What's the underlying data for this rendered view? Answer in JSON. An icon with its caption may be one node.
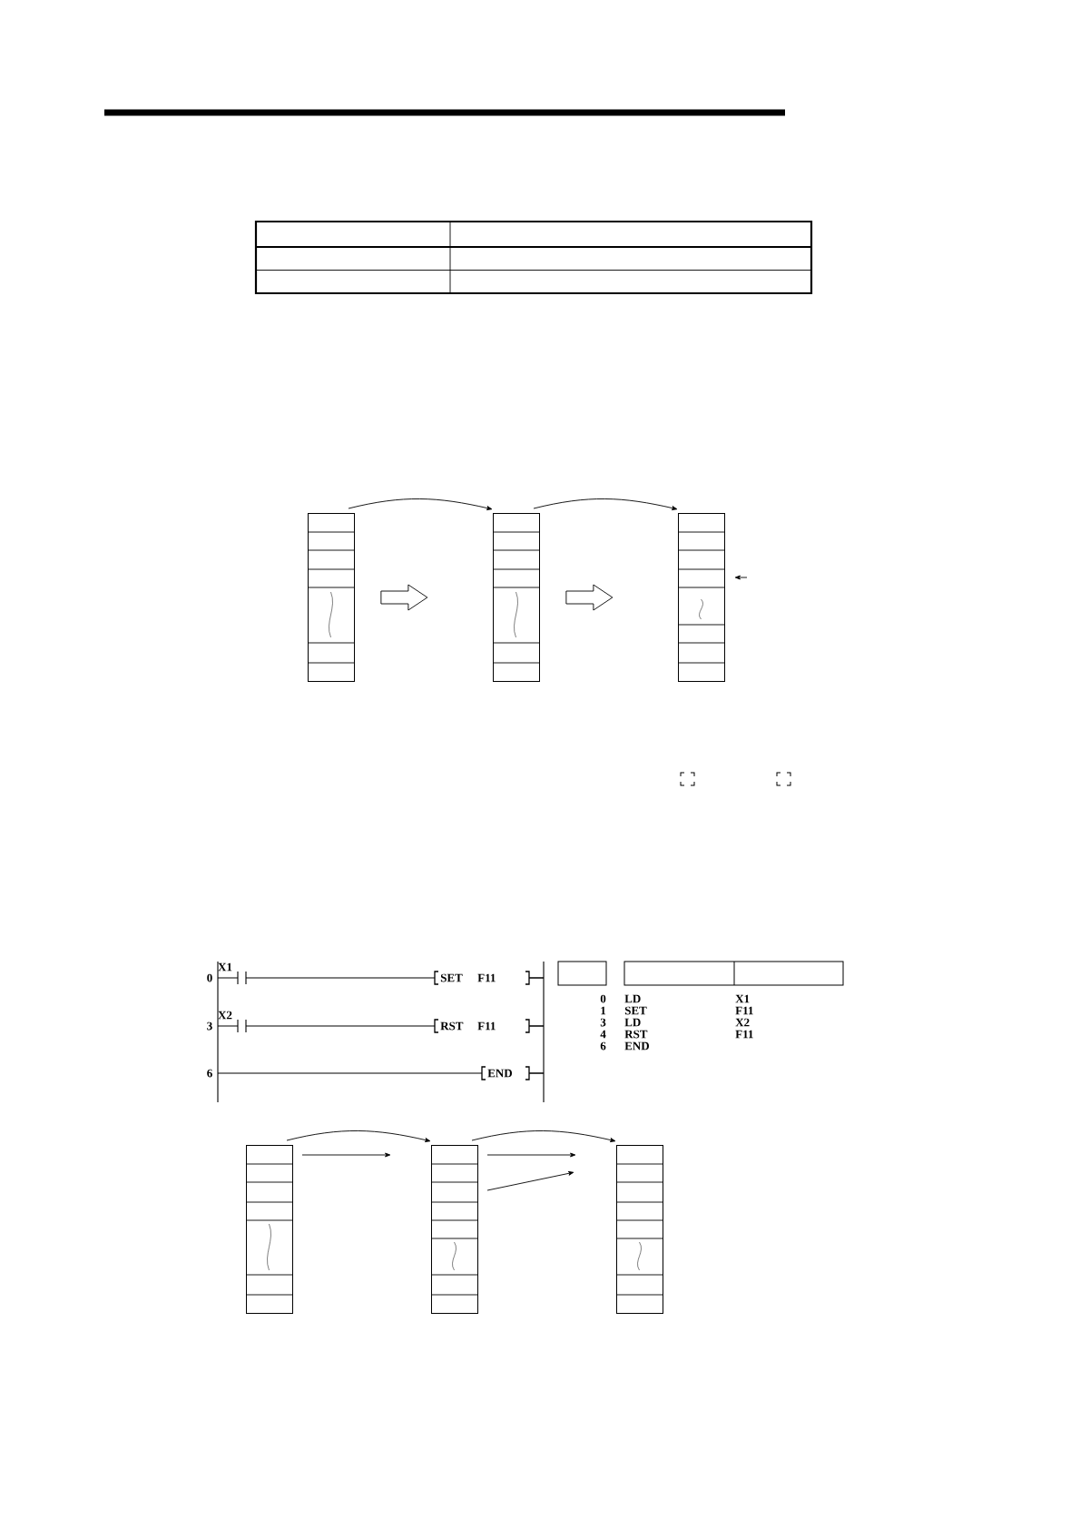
{
  "diagram": {
    "nodes": [
      {
        "text": [],
        "shape": "box"
      },
      {
        "text": [],
        "shape": "box"
      },
      {
        "text": [],
        "shape": "box"
      },
      {
        "text": [],
        "shape": "box"
      },
      {
        "text": [],
        "shape": "box"
      },
      {
        "text": [],
        "shape": "box"
      }
    ],
    "edges": [
      {
        "from": 0,
        "to": 1,
        "arrow": "to"
      },
      {
        "from": 1,
        "to": 2,
        "arrow": "to"
      },
      {
        "from": 0,
        "to": 1,
        "arrow": "to",
        "style": "thick"
      },
      {
        "from": 1,
        "to": 2,
        "arrow": "to",
        "style": "thick"
      },
      {
        "from": null,
        "to": 2,
        "arrow": "to"
      },
      {
        "from": 3,
        "to": 4,
        "arrow": "to"
      },
      {
        "from": 4,
        "to": 5,
        "arrow": "to"
      }
    ],
    "labels": [
      "0",
      "X1",
      "SET",
      "F11",
      "3",
      "X2",
      "RST",
      "F11",
      "6",
      "END",
      "0",
      "LD",
      "X1",
      "1",
      "SET",
      "F11",
      "3",
      "LD",
      "X2",
      "4",
      "RST",
      "F11",
      "6",
      "END"
    ]
  }
}
